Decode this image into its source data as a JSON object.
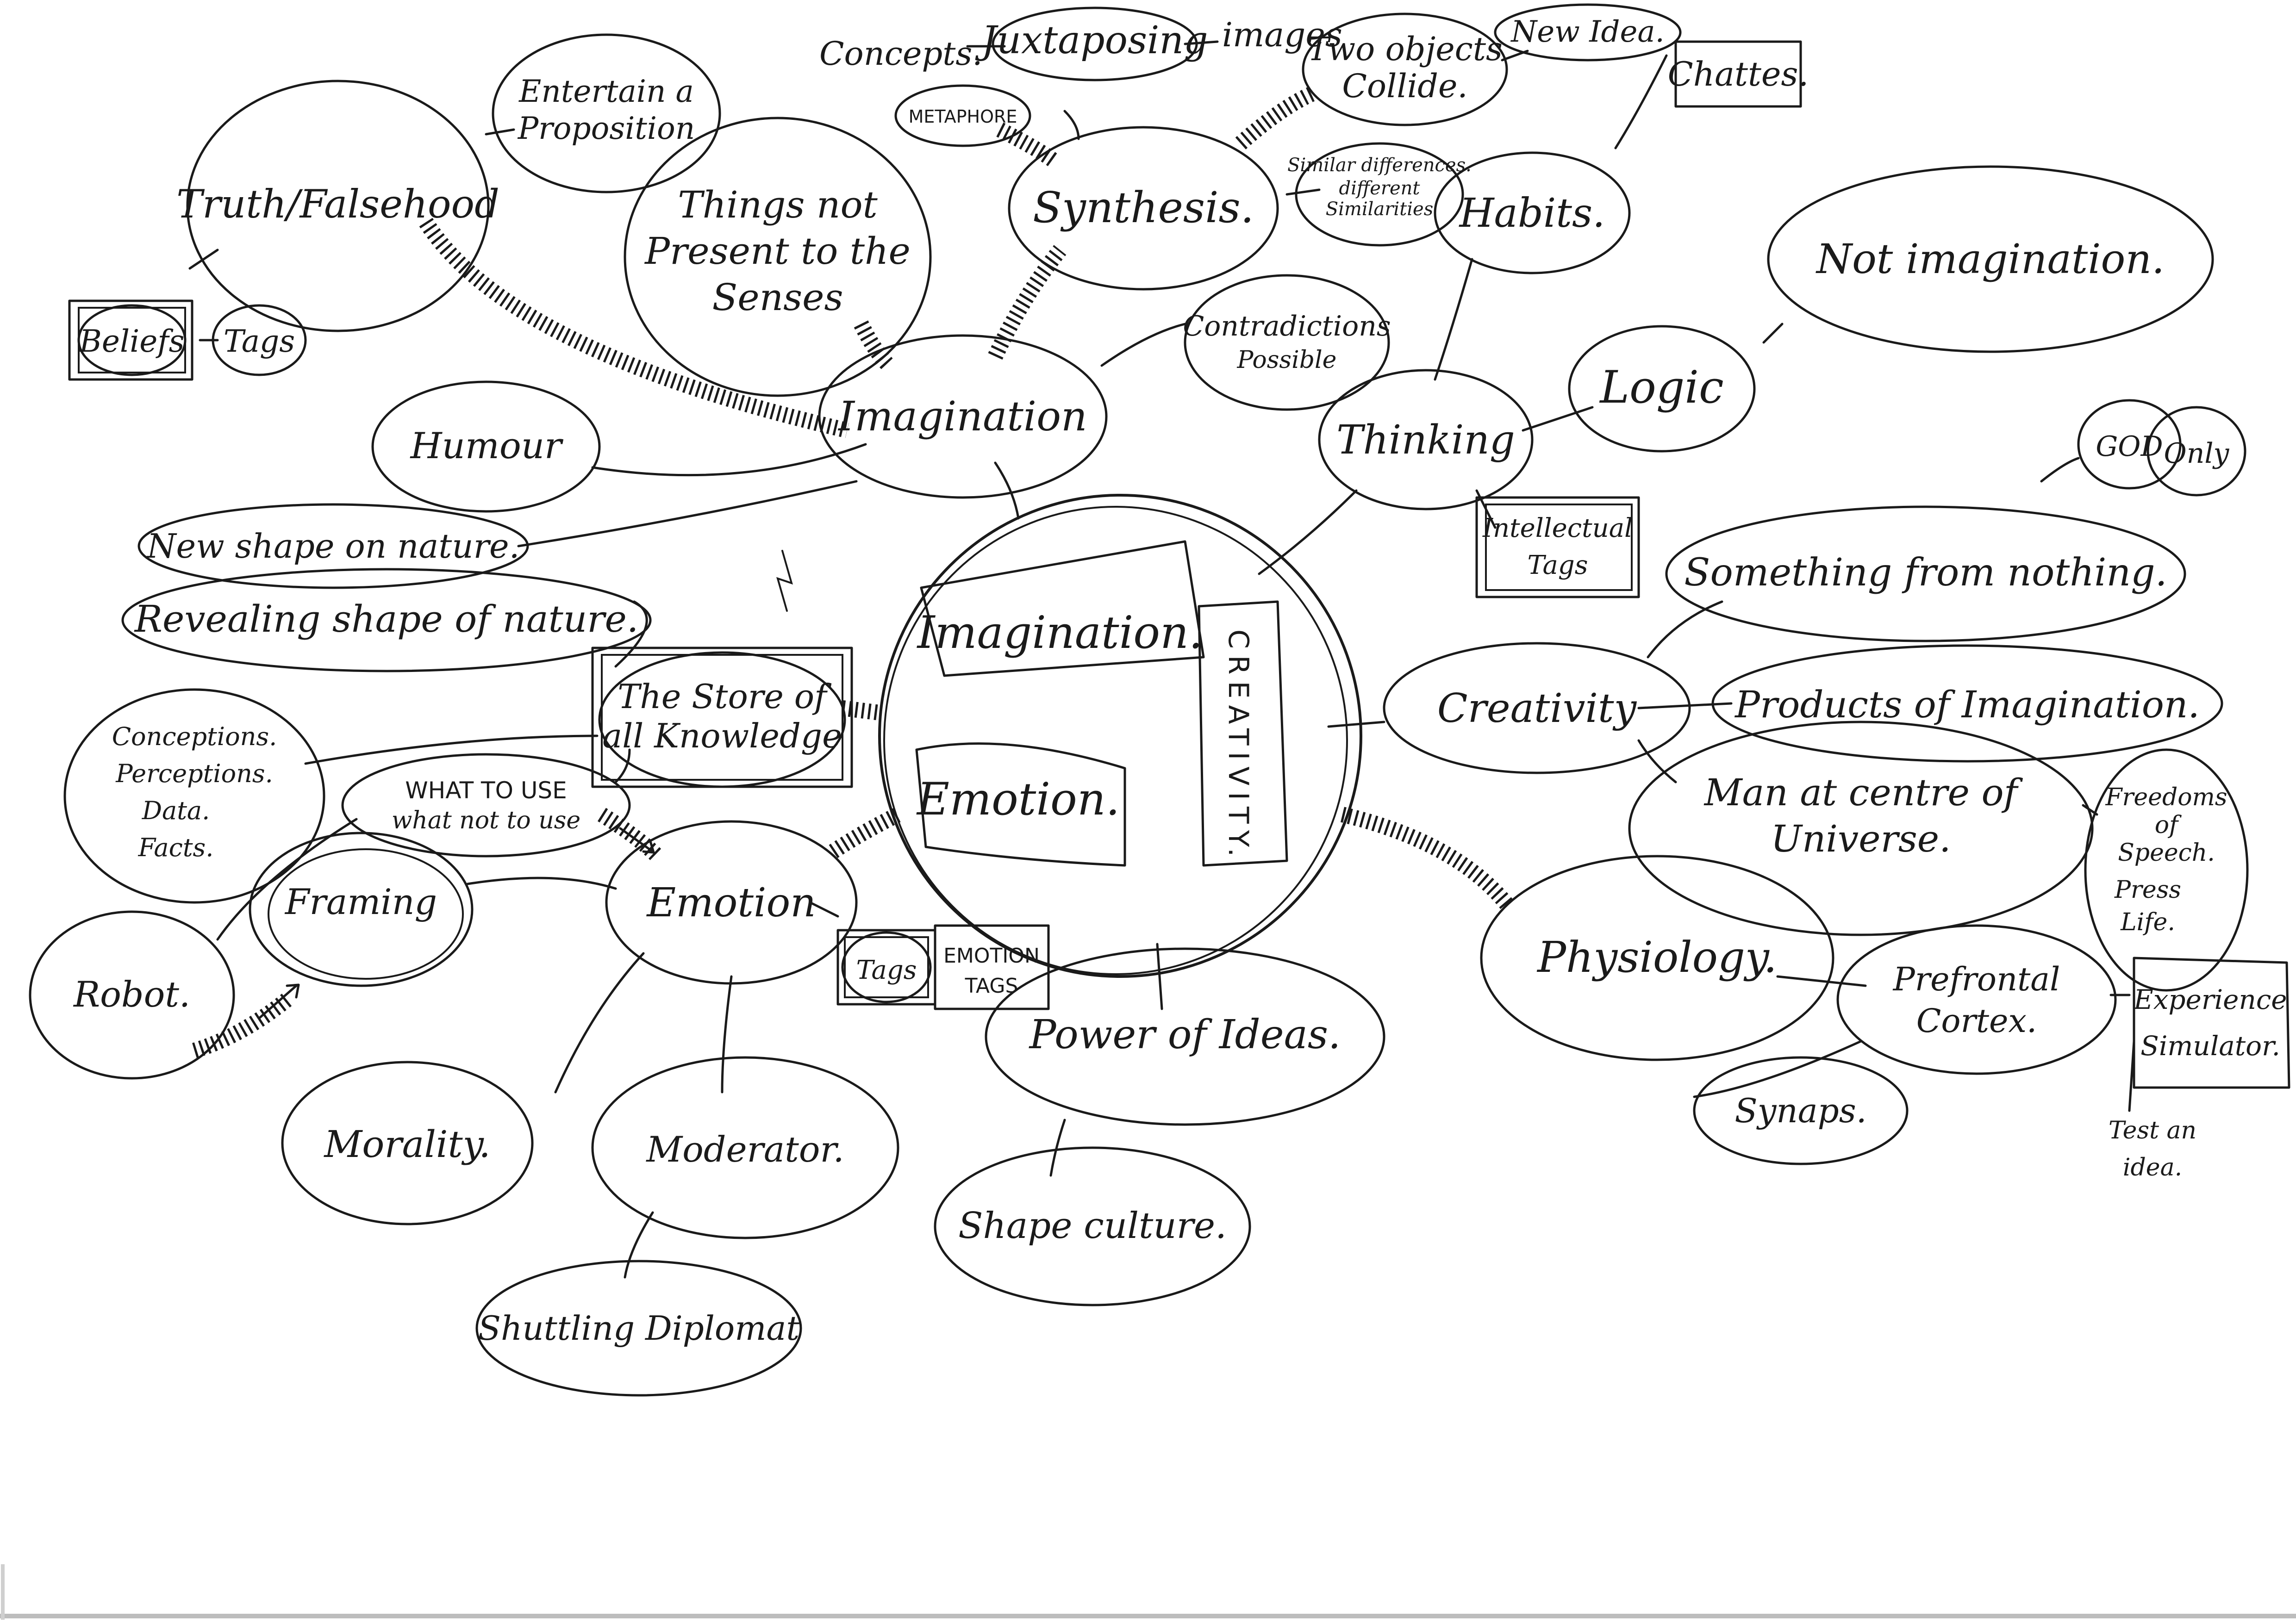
{
  "nodes": {
    "concepts": "Concepts.",
    "juxtaposing": "Juxtaposing",
    "images": "images",
    "two_objects_collide": [
      "Two objects",
      "Collide."
    ],
    "new_idea": "New Idea.",
    "chattes": "Chattes.",
    "metaphore": "METAPHORE",
    "entertain_proposition": [
      "Entertain a",
      "Proposition"
    ],
    "truth_falsehood": "Truth/Falsehood",
    "beliefs": "Beliefs",
    "tags_top": "Tags",
    "things_not_present": [
      "Things not",
      "Present to the",
      "Senses"
    ],
    "synthesis": "Synthesis.",
    "similar_differences": [
      "Similar differences.",
      "different",
      "Similarities"
    ],
    "habits": "Habits.",
    "not_imagination": "Not imagination.",
    "contradictions": [
      "Contradictions",
      "Possible"
    ],
    "imagination_node": "Imagination",
    "logic": "Logic",
    "humour": "Humour",
    "thinking": "Thinking",
    "intellectual_tags": [
      "Intellectual",
      "Tags"
    ],
    "god_only": [
      "GOD",
      "Only"
    ],
    "new_shape_nature": "New shape on nature.",
    "revealing_shape": "Revealing shape of nature.",
    "something_from_nothing": "Something from nothing.",
    "store_of_knowledge": [
      "The Store of",
      "all Knowledge"
    ],
    "center_imagination": "Imagination.",
    "center_emotion": "Emotion.",
    "creativity_vertical": "CREATIVITY.",
    "creativity": "Creativity",
    "products_imagination": "Products of Imagination.",
    "conceptions": [
      "Conceptions.",
      "Perceptions.",
      "Data.",
      "Facts."
    ],
    "what_to_use": [
      "WHAT TO USE",
      "what not to use"
    ],
    "man_centre": [
      "Man at centre of",
      "Universe."
    ],
    "freedoms": [
      "Freedoms",
      "of",
      "Speech.",
      "Press",
      "Life."
    ],
    "framing": "Framing",
    "emotion_node": "Emotion",
    "robot": "Robot.",
    "physiology": "Physiology.",
    "prefrontal": [
      "Prefrontal",
      "Cortex."
    ],
    "experience_simulator": [
      "Experience",
      "Simulator."
    ],
    "tags_bottom": "Tags",
    "emotion_tags": [
      "EMOTION",
      "TAGS"
    ],
    "power_of_ideas": "Power of Ideas.",
    "synaps": "Synaps.",
    "test_an_idea": [
      "Test an",
      "idea."
    ],
    "morality": "Morality.",
    "moderator": "Moderator.",
    "shape_culture": "Shape culture.",
    "shuttling_diplomat": "Shuttling Diplomat"
  }
}
